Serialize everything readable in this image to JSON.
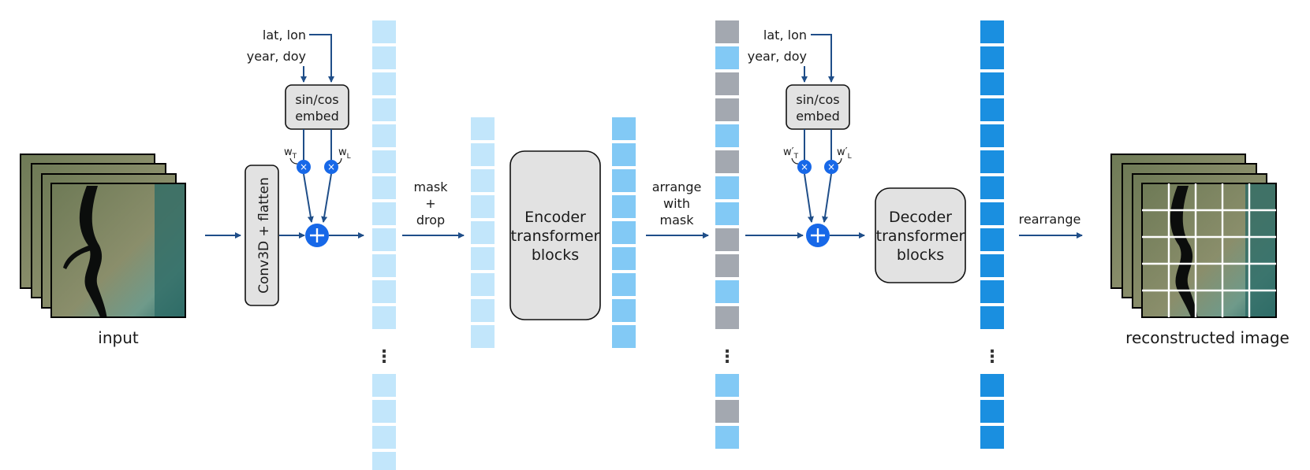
{
  "labels": {
    "input": "input",
    "reconstructed": "reconstructed image",
    "conv": "Conv3D + flatten",
    "lat_lon": "lat, lon",
    "year_doy": "year, doy",
    "embed_line1": "sin/cos",
    "embed_line2": "embed",
    "w_t_base": "w",
    "w_t_sub": "T",
    "w_l_base": "w",
    "w_l_sub": "L",
    "w_t_prime_base": "w′",
    "w_l_prime_base": "w′",
    "mask_line1": "mask",
    "mask_line2": "+",
    "mask_line3": "drop",
    "encoder_line1": "Encoder",
    "encoder_line2": "transformer",
    "encoder_line3": "blocks",
    "arrange_line1": "arrange",
    "arrange_line2": "with",
    "arrange_line3": "mask",
    "decoder_line1": "Decoder",
    "decoder_line2": "transformer",
    "decoder_line3": "blocks",
    "rearrange": "rearrange",
    "ellipsis": "⋮"
  },
  "colors": {
    "arrow": "#1f4e89",
    "token_light": "#c2e6fb",
    "token_mid": "#82c9f5",
    "token_dark": "#1a8fe0",
    "token_gray": "#a3a8b0",
    "box_fill": "#e2e2e2",
    "circle": "#1768e8"
  },
  "columns": {
    "embedded_tokens": [
      "light",
      "light",
      "light",
      "light",
      "light",
      "light",
      "light",
      "light",
      "light",
      "light",
      "light",
      "light",
      "light",
      "light",
      "light",
      "light"
    ],
    "kept_tokens": [
      "light",
      "light",
      "light",
      "light",
      "light",
      "light",
      "light",
      "light",
      "light"
    ],
    "encoded_tokens": [
      "mid",
      "mid",
      "mid",
      "mid",
      "mid",
      "mid",
      "mid",
      "mid",
      "mid"
    ],
    "arranged_tokens": [
      "gray",
      "mid",
      "gray",
      "gray",
      "mid",
      "gray",
      "mid",
      "mid",
      "gray",
      "gray",
      "mid",
      "gray",
      "mid",
      "gray",
      "mid"
    ],
    "decoded_tokens": [
      "dark",
      "dark",
      "dark",
      "dark",
      "dark",
      "dark",
      "dark",
      "dark",
      "dark",
      "dark",
      "dark",
      "dark",
      "dark",
      "dark",
      "dark"
    ]
  }
}
